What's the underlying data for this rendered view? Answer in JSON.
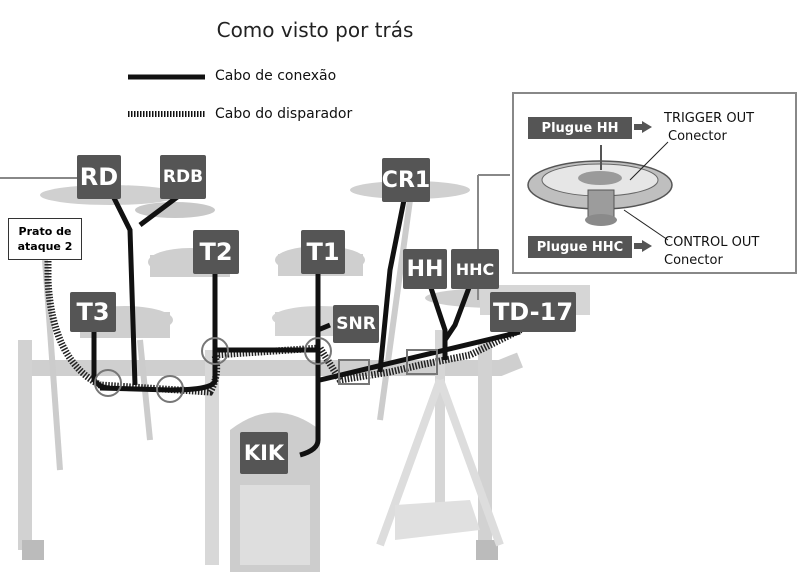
{
  "title": "Como visto por trás",
  "legend": {
    "connection_cable": "Cabo de conexão",
    "trigger_cable": "Cabo do disparador"
  },
  "pads": {
    "rd": "RD",
    "rdb": "RDB",
    "t2": "T2",
    "t1": "T1",
    "cr1": "CR1",
    "hh": "HH",
    "hhc": "HHC",
    "t3": "T3",
    "snr": "SNR",
    "td17": "TD-17",
    "kik": "KIK"
  },
  "crash2": "Prato de ataque 2",
  "inset": {
    "plug_hh": "Plugue HH",
    "plug_hhc": "Plugue HHC",
    "trigger_out": "TRIGGER OUT",
    "control_out": "CONTROL OUT",
    "connector_1": "Conector",
    "connector_2": "Conector"
  },
  "colors": {
    "tag_bg": "#555555",
    "cable": "#111111",
    "hardware": "#c8c8c8"
  }
}
